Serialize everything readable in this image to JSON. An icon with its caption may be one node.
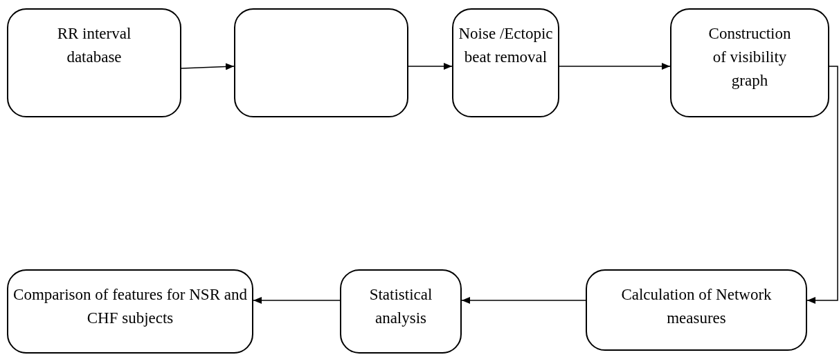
{
  "diagram": {
    "nodes": [
      {
        "text": [
          "RR interval database"
        ]
      },
      {
        "text": [],
        "shape": "box"
      },
      {
        "text": [
          "Noise /Ectopic beat removal"
        ]
      },
      {
        "text": [
          "Construction of visibility graph"
        ]
      },
      {
        "text": [
          "Calculation of Network measures"
        ]
      },
      {
        "text": [
          "Statistical analysis"
        ]
      },
      {
        "text": [
          "Comparison of features for NSR and CHF subjects"
        ]
      }
    ],
    "edges": [
      {
        "from": 0,
        "to": 1,
        "arrow": "to"
      },
      {
        "from": 1,
        "to": 2,
        "arrow": "to"
      },
      {
        "from": 2,
        "to": 3,
        "arrow": "to"
      },
      {
        "from": 3,
        "to": 4,
        "arrow": "to"
      },
      {
        "from": 4,
        "to": 5,
        "arrow": "to"
      },
      {
        "from": 5,
        "to": 6,
        "arrow": "to"
      }
    ]
  }
}
